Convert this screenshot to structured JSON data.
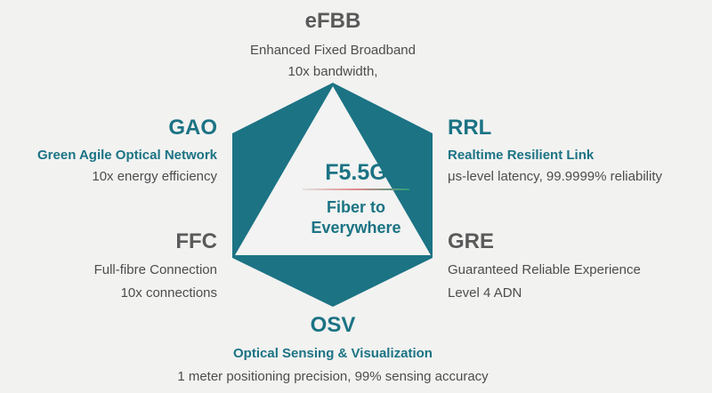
{
  "center": {
    "title": "F5.5G",
    "subtitle_line1": "Fiber to",
    "subtitle_line2": "Everywhere"
  },
  "colors": {
    "hex_fill": "#1b7384",
    "triangle_fill": "#f2f3f2",
    "accent_text": "#1b7384",
    "gray_heading": "#5a5a5a",
    "body_text": "#4d4d4d",
    "background": "#f2f2f1"
  },
  "nodes": {
    "efbb": {
      "heading": "eFBB",
      "line1": "Enhanced Fixed Broadband",
      "line2": "10x bandwidth,"
    },
    "gao": {
      "heading": "GAO",
      "subtitle": "Green Agile Optical Network",
      "line1": "10x energy efficiency"
    },
    "rrl": {
      "heading": "RRL",
      "subtitle": "Realtime Resilient Link",
      "line1": "μs-level latency, 99.9999% reliability"
    },
    "ffc": {
      "heading": "FFC",
      "line1": "Full-fibre Connection",
      "line2": "10x connections"
    },
    "gre": {
      "heading": "GRE",
      "line1": "Guaranteed Reliable Experience",
      "line2": "Level 4 ADN"
    },
    "osv": {
      "heading": "OSV",
      "subtitle": "Optical Sensing & Visualization",
      "line1": "1 meter positioning precision, 99% sensing accuracy"
    }
  }
}
